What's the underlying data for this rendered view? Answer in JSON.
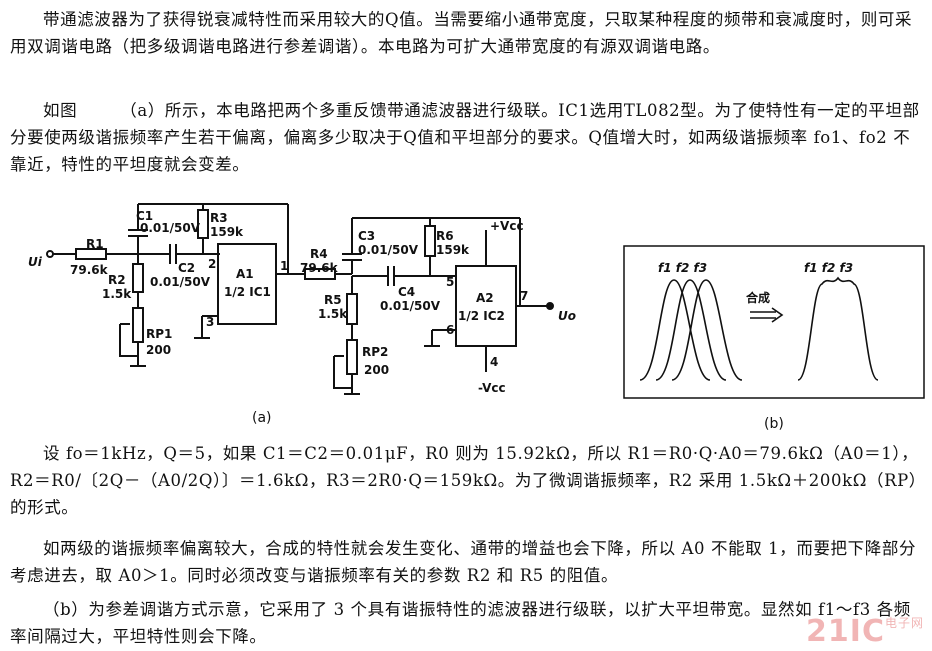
{
  "paragraphs": {
    "p1": "带通滤波器为了获得锐衰减特性而采用较大的Q值。当需要缩小通带宽度，只取某种程度的频带和衰减度时，则可采用双调谐电路（把多级调谐电路进行参差调谐）。本电路为可扩大通带宽度的有源双调谐电路。",
    "p2": "如图　　　（a）所示，本电路把两个多重反馈带通滤波器进行级联。IC1选用TL082型。为了使特性有一定的平坦部分要使两级谐振频率产生若干偏离，偏离多少取决于Q值和平坦部分的要求。Q值增大时，如两级谐振频率 fo1、fo2 不靠近，特性的平坦度就会变差。",
    "p3": "设 fo＝1kHz，Q＝5，如果 C1＝C2＝0.01μF，R0 则为 15.92kΩ，所以 R1＝R0·Q·A0＝79.6kΩ（A0＝1），R2＝R0/〔2Q－（A0/2Q）〕＝1.6kΩ，R3＝2R0·Q＝159kΩ。为了微调谐振频率，R2 采用 1.5kΩ＋200kΩ（RP）的形式。",
    "p4": "如两级的谐振频率偏离较大，合成的特性就会发生变化、通带的增益也会下降，所以 A0 不能取 1，而要把下降部分考虑进去，取 A0＞1。同时必须改变与谐振频率有关的参数 R2 和 R5 的阻值。",
    "p5": "（b）为参差调谐方式示意，它采用了 3 个具有谐振特性的滤波器进行级联，以扩大平坦带宽。显然如 f1～f3 各频率间隔过大，平坦特性则会下降。"
  },
  "circuit": {
    "input": "Ui",
    "output": "Uo",
    "c1_name": "C1",
    "c1_value": "0.01/50V",
    "r3_name": "R3",
    "r3_value": "159k",
    "r1_name": "R1",
    "r1_value": "79.6k",
    "c2_name": "C2",
    "c2_value": "0.01/50V",
    "r2_name": "R2",
    "r2_value": "1.5k",
    "rp1_name": "RP1",
    "rp1_value": "200",
    "a1_name": "A1",
    "a1_value": "1/2 IC1",
    "r4_name": "R4",
    "r4_value": "79.6k",
    "c3_name": "C3",
    "c3_value": "0.01/50V",
    "r6_name": "R6",
    "r6_value": "159k",
    "vcc_pos": "+Vcc",
    "vcc_neg": "-Vcc",
    "r5_name": "R5",
    "r5_value": "1.5k",
    "c4_name": "C4",
    "c4_value": "0.01/50V",
    "rp2_name": "RP2",
    "rp2_value": "200",
    "a2_name": "A2",
    "a2_value": "1/2 IC2",
    "pin1": "1",
    "pin2": "2",
    "pin3": "3",
    "pin4": "4",
    "pin5": "5",
    "pin6": "6",
    "pin7": "7",
    "caption": "(a)"
  },
  "figure_b": {
    "left_labels": "f1 f2 f3",
    "right_labels": "f1 f2 f3",
    "arrow_label": "合成",
    "caption": "(b)"
  },
  "watermark": {
    "brand": "21IC",
    "sub": "电子网"
  }
}
